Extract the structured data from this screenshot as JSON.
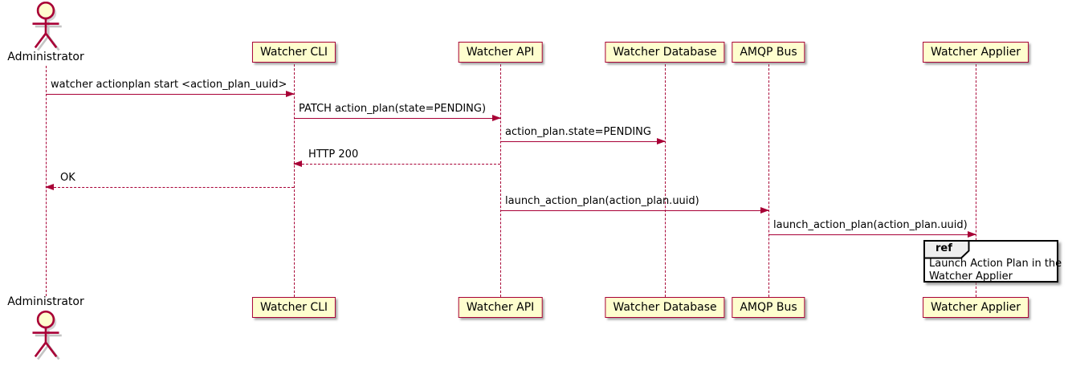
{
  "diagram": {
    "type": "uml-sequence-diagram",
    "actor": {
      "name": "Administrator"
    },
    "participants": [
      {
        "name": "Watcher CLI"
      },
      {
        "name": "Watcher API"
      },
      {
        "name": "Watcher Database"
      },
      {
        "name": "AMQP Bus"
      },
      {
        "name": "Watcher Applier"
      }
    ],
    "messages": [
      {
        "label": "watcher actionplan start <action_plan_uuid>",
        "from": "Administrator",
        "to": "Watcher CLI",
        "line": "solid"
      },
      {
        "label": "PATCH action_plan(state=PENDING)",
        "from": "Watcher CLI",
        "to": "Watcher API",
        "line": "solid"
      },
      {
        "label": "action_plan.state=PENDING",
        "from": "Watcher API",
        "to": "Watcher Database",
        "line": "solid"
      },
      {
        "label": "HTTP 200",
        "from": "Watcher API",
        "to": "Watcher CLI",
        "line": "dashed"
      },
      {
        "label": "OK",
        "from": "Watcher CLI",
        "to": "Administrator",
        "line": "dashed"
      },
      {
        "label": "launch_action_plan(action_plan.uuid)",
        "from": "Watcher API",
        "to": "AMQP Bus",
        "line": "solid"
      },
      {
        "label": "launch_action_plan(action_plan.uuid)",
        "from": "AMQP Bus",
        "to": "Watcher Applier",
        "line": "solid"
      }
    ],
    "ref": {
      "keyword": "ref",
      "line1": "Launch Action Plan in the",
      "line2": "Watcher Applier"
    },
    "colors": {
      "accent": "#A80036",
      "participant_fill": "#FEFECE",
      "ref_header_fill": "#EEEEEE",
      "text": "#000000",
      "background": "#FFFFFF"
    }
  }
}
